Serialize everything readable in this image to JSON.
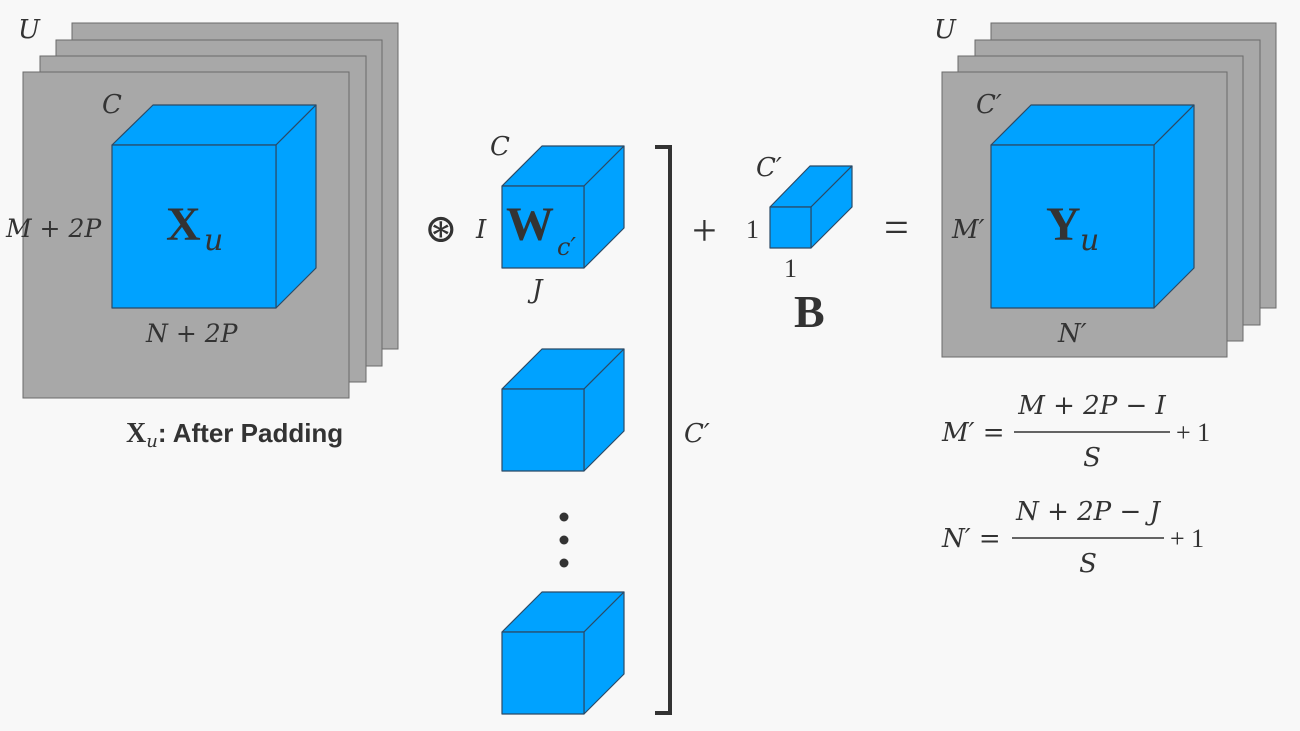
{
  "colors": {
    "background": "#f8f8f8",
    "sheet": "#a8a8a8",
    "cube": "#00a2ff",
    "text": "#333333"
  },
  "input": {
    "batch_label": "U",
    "channel_label": "C",
    "height_label": "M + 2P",
    "width_label": "N + 2P",
    "tensor_symbol": "X",
    "tensor_subscript": "u",
    "caption_symbol": "X",
    "caption_subscript": "u",
    "caption_text": ": After Padding"
  },
  "operator_conv": "⊛",
  "filters": {
    "channel_label": "C",
    "height_label": "I",
    "width_label": "J",
    "symbol": "W",
    "subscript": "c′",
    "count_label": "C′",
    "ellipsis": "⋮"
  },
  "operator_plus": "+",
  "bias": {
    "channel_label": "C′",
    "height_label": "1",
    "width_label": "1",
    "symbol": "B"
  },
  "operator_equals": "=",
  "output": {
    "batch_label": "U",
    "channel_label": "C′",
    "height_label": "M′",
    "width_label": "N′",
    "tensor_symbol": "Y",
    "tensor_subscript": "u"
  },
  "formulas": [
    {
      "lhs": "M′ =",
      "numerator": "M + 2P − I",
      "denominator": "S",
      "tail": "+ 1"
    },
    {
      "lhs": "N′ =",
      "numerator": "N + 2P − J",
      "denominator": "S",
      "tail": "+ 1"
    }
  ]
}
